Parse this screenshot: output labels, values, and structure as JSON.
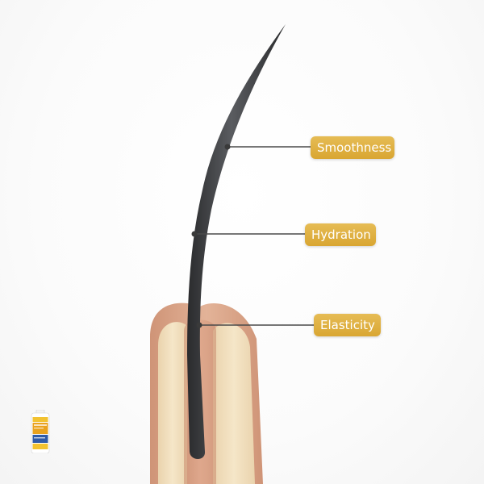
{
  "labels": {
    "smoothness": "Smoothness",
    "hydration": "Hydration",
    "elasticity": "Elasticity"
  },
  "colors": {
    "label_gold": "#d9a632",
    "label_gold_light": "#e6bc55",
    "hair": "#3b3c3e",
    "leader_line": "#4a4a4a",
    "skin_outer": "#d9a88c",
    "skin_inner": "#f1dfbf",
    "background": "#ffffff"
  },
  "icons": {
    "product": "shampoo-bottle-icon"
  }
}
